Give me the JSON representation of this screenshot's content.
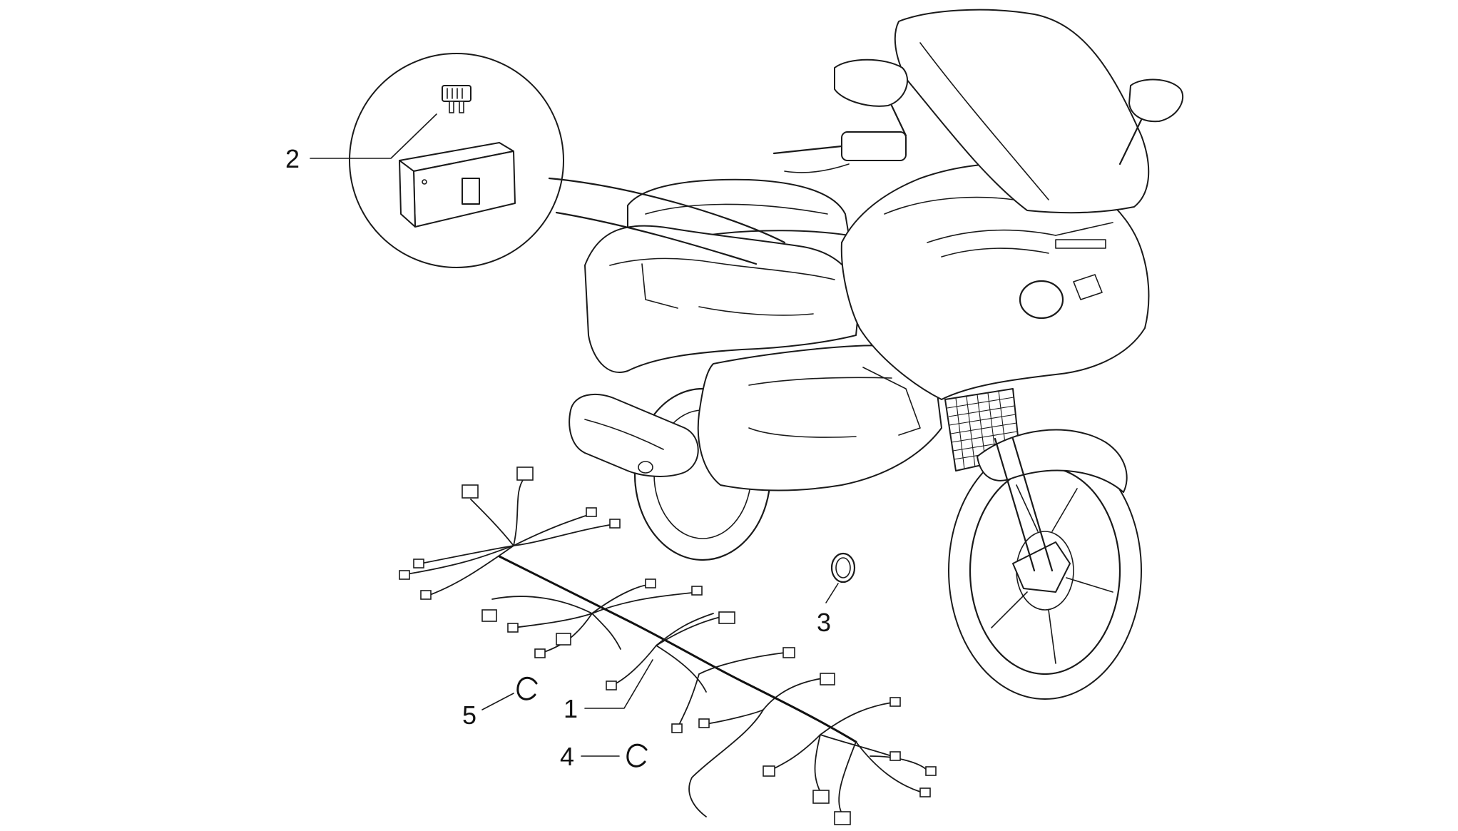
{
  "callouts": [
    {
      "id": "harness",
      "number": "1"
    },
    {
      "id": "fuse-box",
      "number": "2"
    },
    {
      "id": "grommet",
      "number": "3"
    },
    {
      "id": "clip-a",
      "number": "4"
    },
    {
      "id": "clip-b",
      "number": "5"
    }
  ],
  "colors": {
    "line": "#1a1a1a",
    "background": "#ffffff"
  }
}
